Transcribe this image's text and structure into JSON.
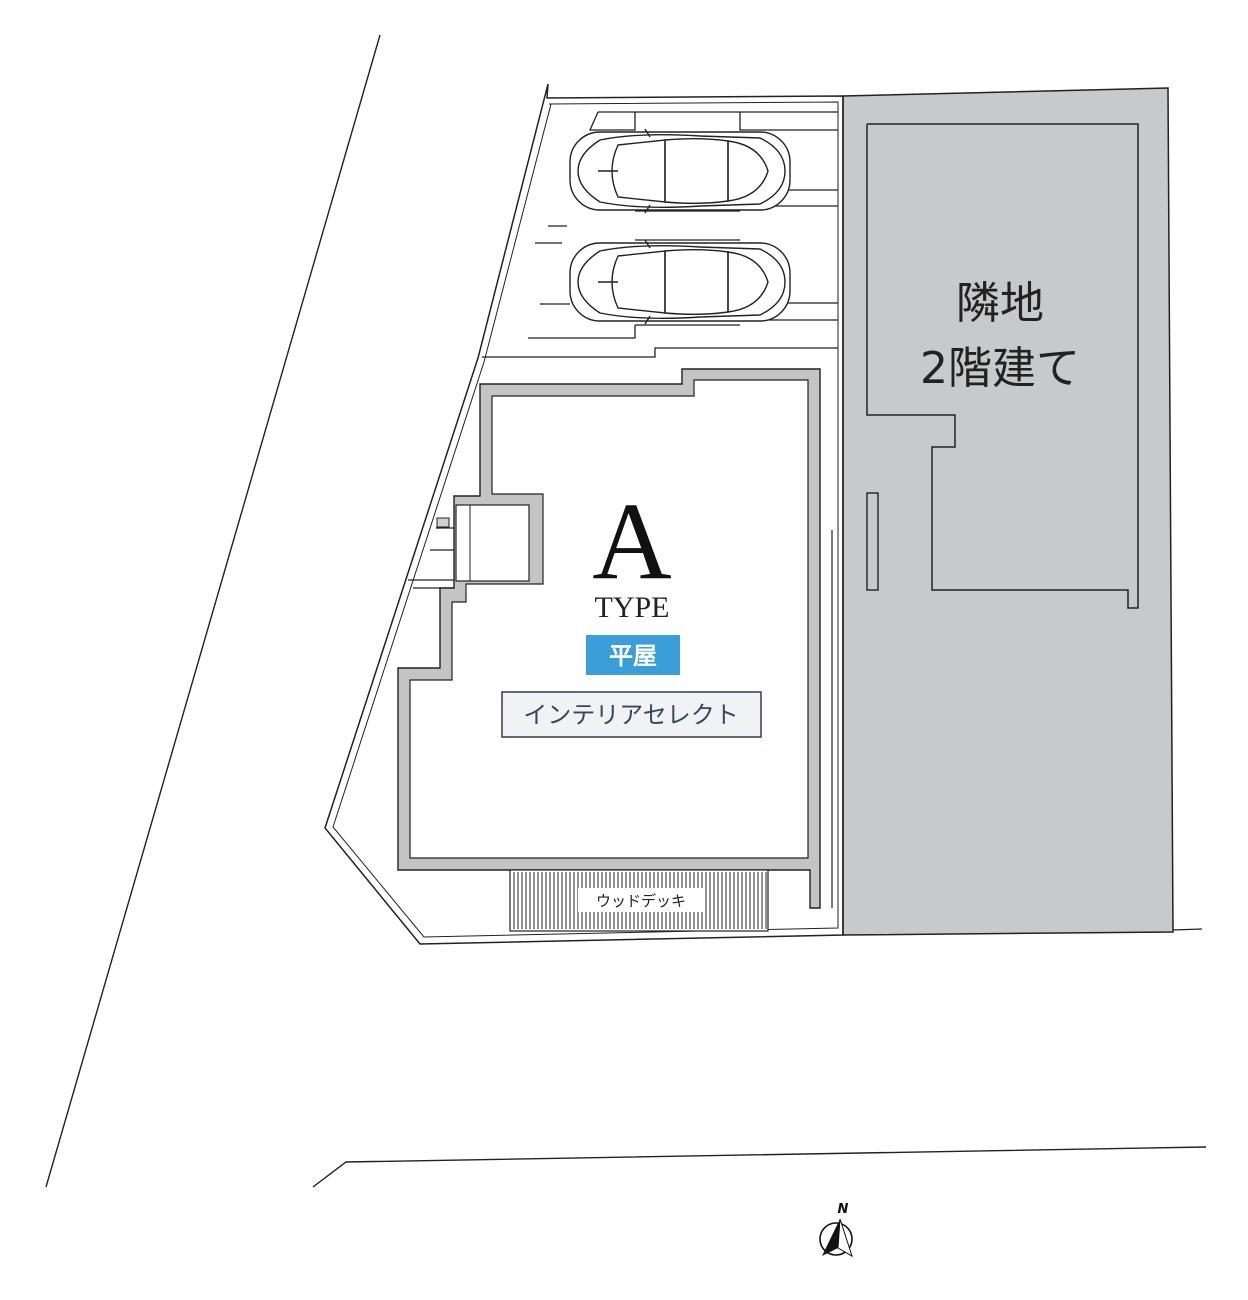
{
  "neighbor": {
    "line1": "隣地",
    "line2": "2階建て",
    "fill_color": "#c8c9cb"
  },
  "house": {
    "type_letter": "A",
    "type_word": "TYPE",
    "badge_label": "平屋",
    "badge_color": "#3a9fd8",
    "select_label": "インテリアセレクト",
    "wall_color": "#c4c4c4"
  },
  "deck": {
    "label": "ウッドデッキ"
  },
  "parking": {
    "car_count": 2
  },
  "compass": {
    "label": "N",
    "icon": "north-arrow-icon"
  }
}
